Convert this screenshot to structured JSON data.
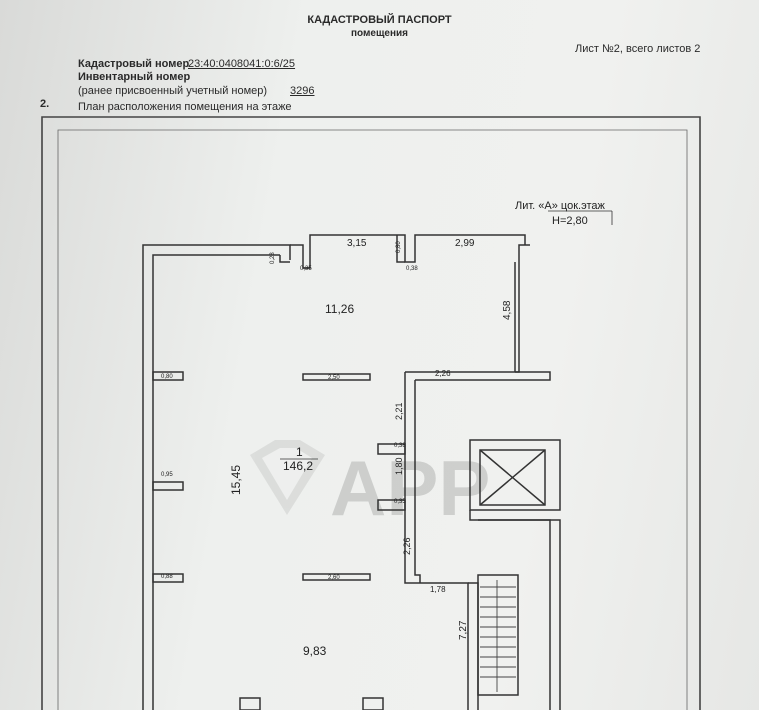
{
  "header": {
    "title_line1": "КАДАСТРОВЫЙ ПАСПОРТ",
    "title_line2": "помещения",
    "sheet": "Лист №2, всего листов 2"
  },
  "fields": {
    "cadastral_label": "Кадастровый номер",
    "cadastral_value": "23:40:0408041:0:6/25",
    "inventory_label": "Инвентарный номер",
    "prev_label": "(ранее присвоенный учетный номер)",
    "prev_value": "3296"
  },
  "section": {
    "number": "2.",
    "title": "План расположения помещения на этаже"
  },
  "plan": {
    "floor_label": "Лит. «А» цок.этаж",
    "height_label": "Н=2,80",
    "room_number": "1",
    "room_area": "146,2",
    "dims": {
      "d315": "3,15",
      "d299": "2,99",
      "d1126": "11,26",
      "d458": "4,58",
      "d226a": "2,26",
      "d221": "2,21",
      "d1545": "15,45",
      "d180": "1,80",
      "d226b": "2,26",
      "d178": "1,78",
      "d727": "7,27",
      "d983": "9,83",
      "s_col1": "2,50",
      "s_col2": "2,60",
      "s_side1": "0,80",
      "s_side2": "0,95",
      "s_side3": "0,88",
      "s_wall1": "0,28",
      "s_wall2": "0,35",
      "s_wall3": "0,80",
      "s_wall4": "0,38",
      "s_wall5": "0,38",
      "s_wall6": "0,35"
    },
    "watermark": "АРР"
  }
}
